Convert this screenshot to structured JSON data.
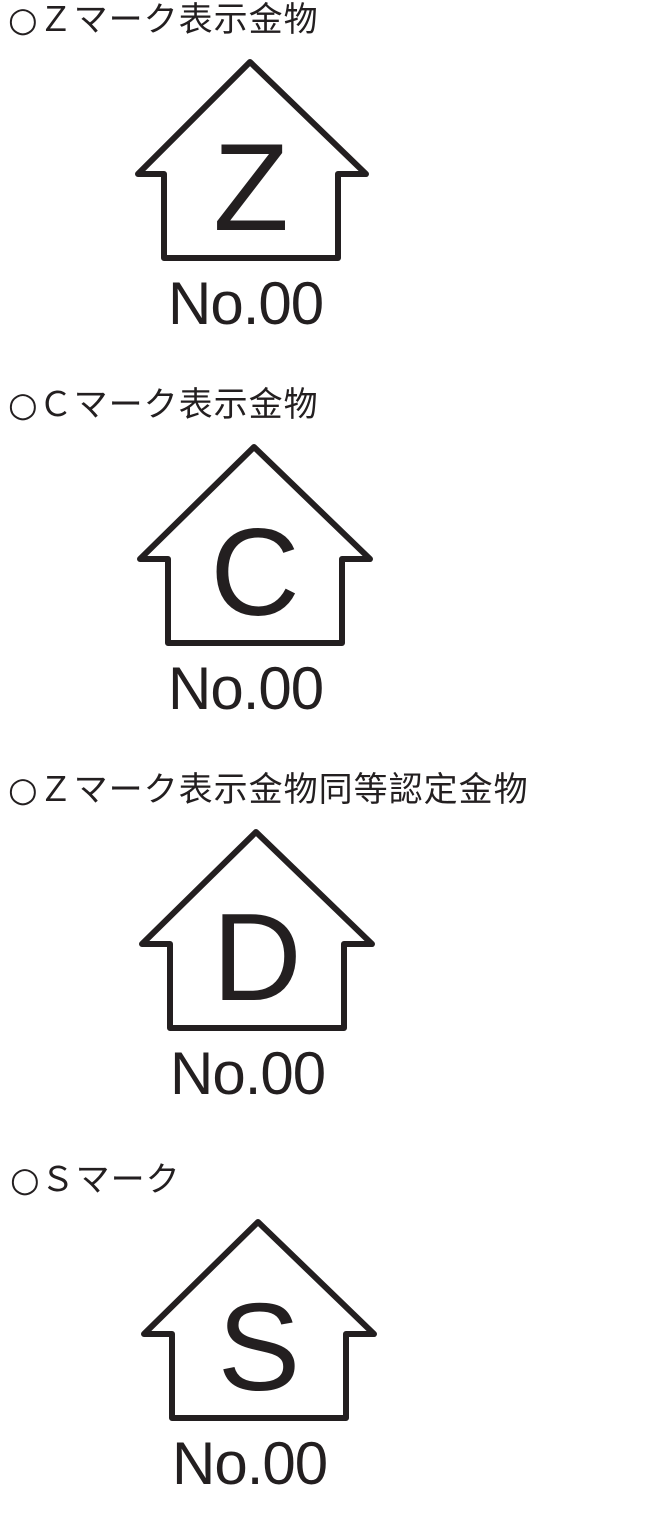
{
  "marks": [
    {
      "heading": "○Ｚマーク表示金物",
      "letter": "Z",
      "number": "No.00"
    },
    {
      "heading": "○Ｃマーク表示金物",
      "letter": "C",
      "number": "No.00"
    },
    {
      "heading": "○Ｚマーク表示金物同等認定金物",
      "letter": "D",
      "number": "No.00"
    },
    {
      "heading": "○Ｓマーク",
      "letter": "S",
      "number": "No.00"
    }
  ],
  "colors": {
    "ink": "#231f20",
    "background": "#ffffff"
  }
}
